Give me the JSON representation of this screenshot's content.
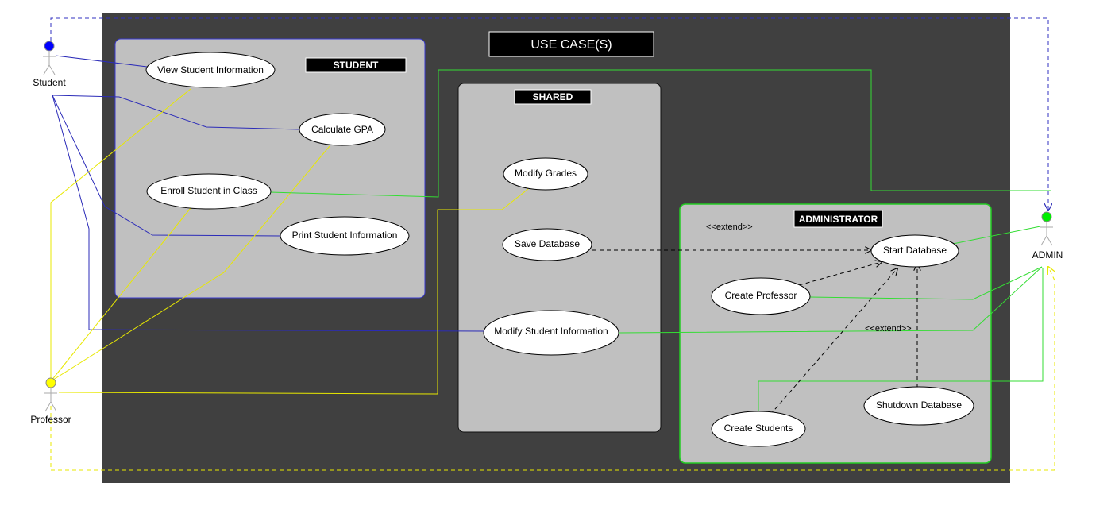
{
  "title": "USE CASE(S)",
  "packages": {
    "student": "STUDENT",
    "shared": "SHARED",
    "administrator": "ADMINISTRATOR"
  },
  "actors": {
    "student": "Student",
    "professor": "Professor",
    "admin": "ADMIN"
  },
  "use_cases": {
    "view_student_information": "View Student Information",
    "calculate_gpa": "Calculate GPA",
    "enroll_student_in_class": "Enroll Student in Class",
    "print_student_information": "Print Student Information",
    "modify_grades": "Modify Grades",
    "save_database": "Save Database",
    "modify_student_information": "Modify Student Information",
    "start_database": "Start Database",
    "create_professor": "Create Professor",
    "create_students": "Create Students",
    "shutdown_database": "Shutdown Database"
  },
  "stereotypes": {
    "extend_top": "<<extend>>",
    "extend_middle": "<<extend>>"
  },
  "colors": {
    "canvas": "#404040",
    "package_fill": "#c0c0c0",
    "student_line": "#2b2bb8",
    "professor_line": "#e8e800",
    "admin_line": "#33dd33",
    "student_head": "#0000ff",
    "professor_head": "#ffff00",
    "admin_head": "#00ee00"
  }
}
